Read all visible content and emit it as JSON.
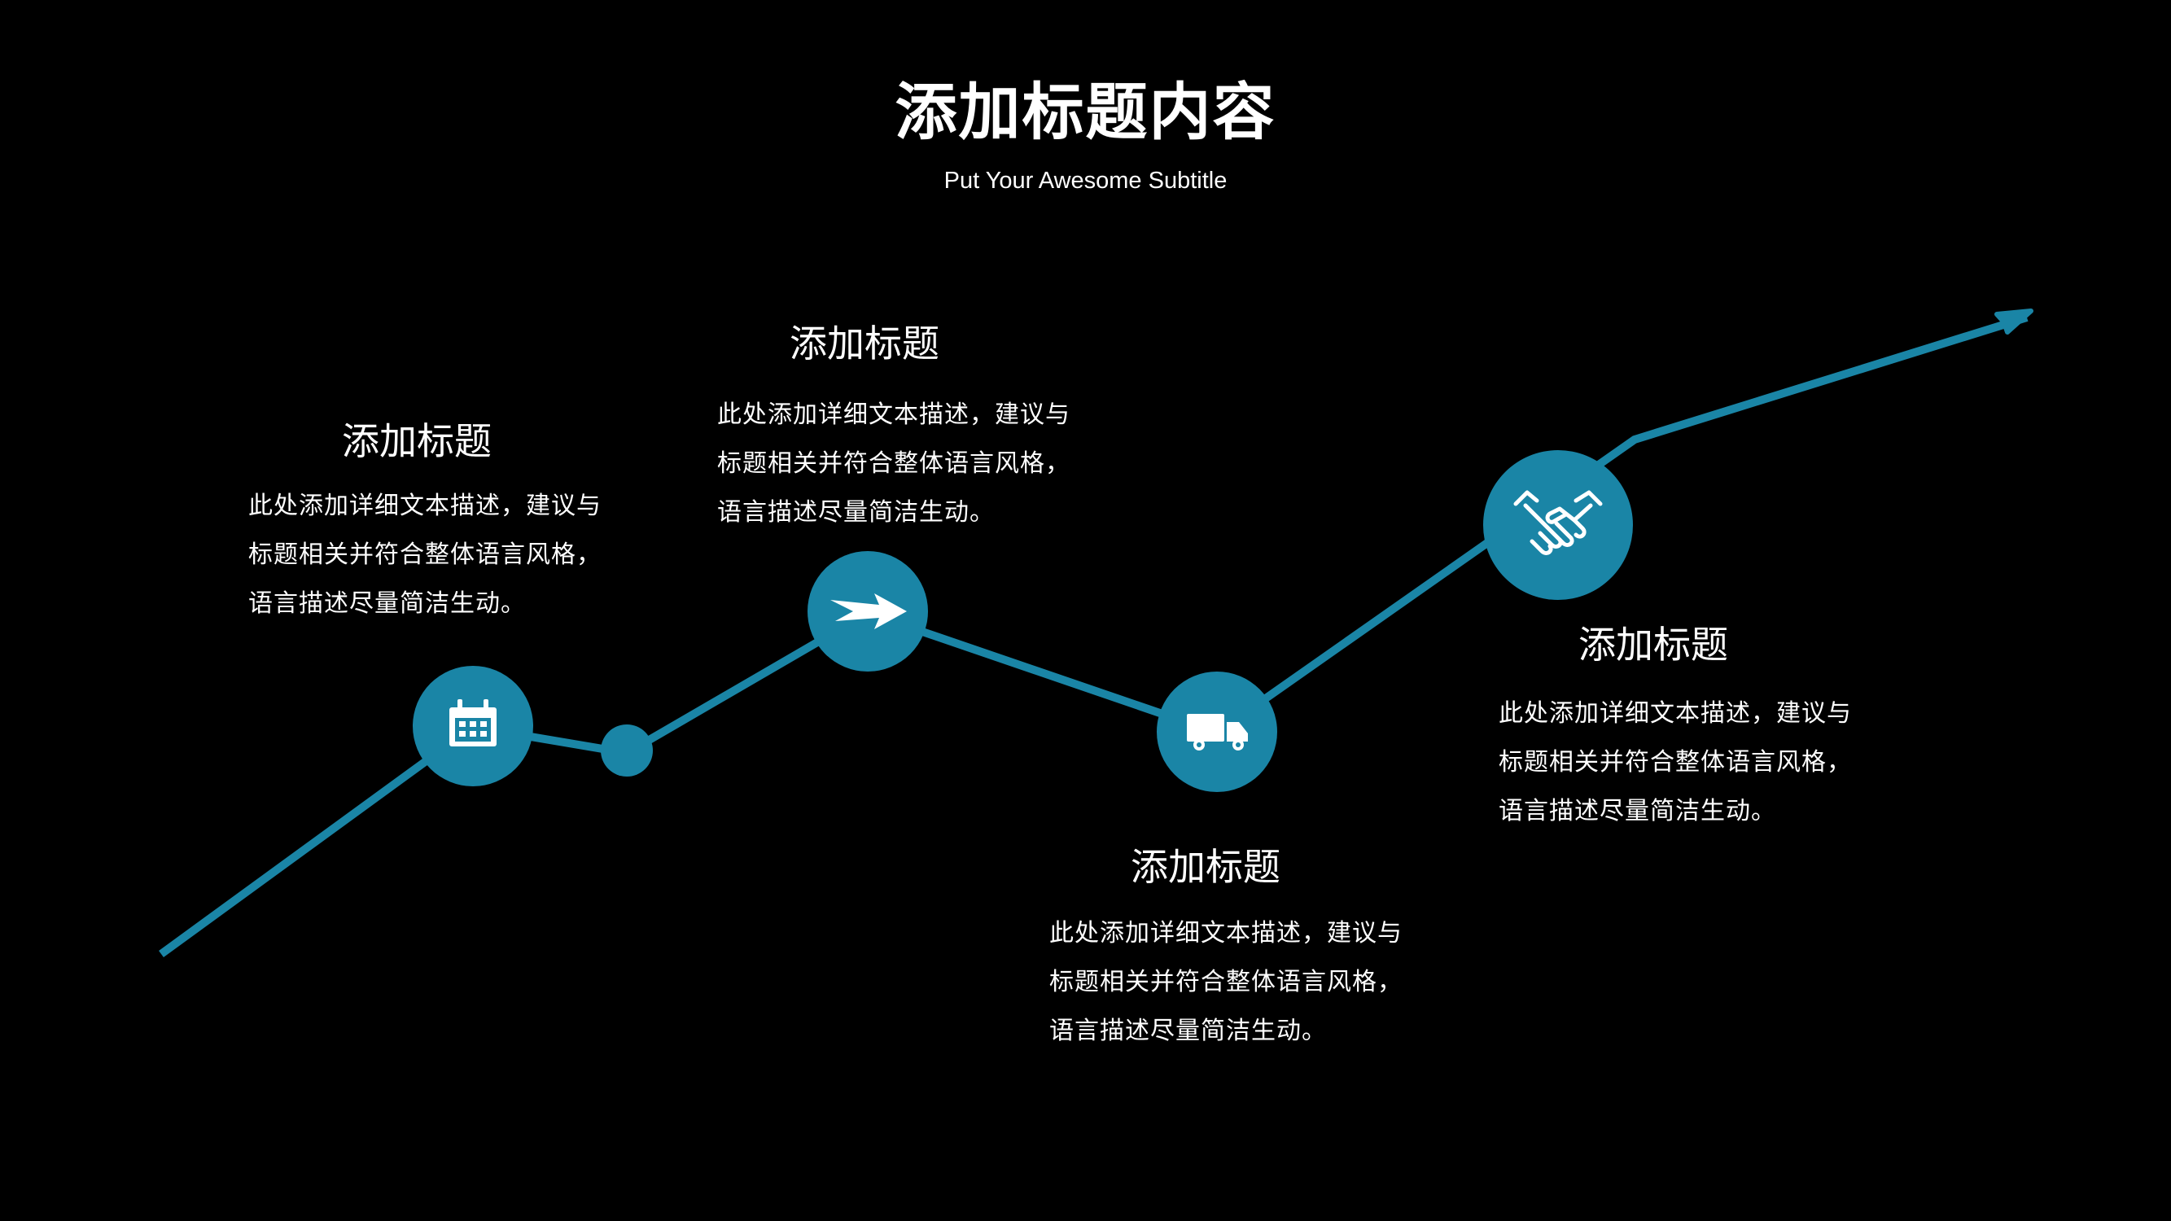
{
  "header": {
    "title": "添加标题内容",
    "subtitle": "Put Your Awesome Subtitle"
  },
  "theme": {
    "accent": "#1a85a6",
    "background": "#000000",
    "text": "#ffffff"
  },
  "items": [
    {
      "icon": "calendar-icon",
      "title": "添加标题",
      "lines": [
        "此处添加详细文本描述，建议与",
        "标题相关并符合整体语言风格，",
        "语言描述尽量简洁生动。"
      ]
    },
    {
      "icon": "arrow-icon",
      "title": "添加标题",
      "lines": [
        "此处添加详细文本描述，建议与",
        "标题相关并符合整体语言风格，",
        "语言描述尽量简洁生动。"
      ]
    },
    {
      "icon": "truck-icon",
      "title": "添加标题",
      "lines": [
        "此处添加详细文本描述，建议与",
        "标题相关并符合整体语言风格，",
        "语言描述尽量简洁生动。"
      ]
    },
    {
      "icon": "handshake-icon",
      "title": "添加标题",
      "lines": [
        "此处添加详细文本描述，建议与",
        "标题相关并符合整体语言风格，",
        "语言描述尽量简洁生动。"
      ]
    }
  ]
}
